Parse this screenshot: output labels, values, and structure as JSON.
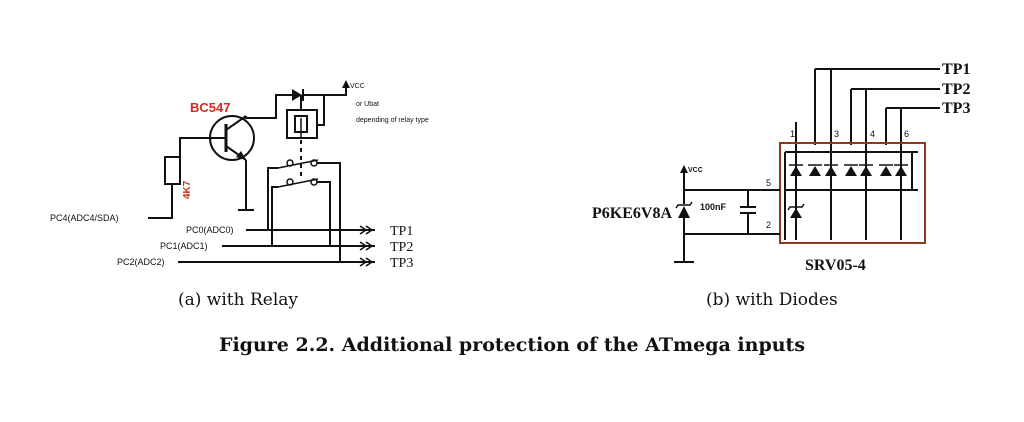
{
  "figure": {
    "caption": "Figure 2.2. Additional protection of the ATmega inputs"
  },
  "panel_a": {
    "caption": "(a) with Relay",
    "transistor": "BC547",
    "resistor": "4K7",
    "supply_lines": [
      "VCC",
      "or Ubat",
      "depending of relay type"
    ],
    "control_input": "PC4(ADC4/SDA)",
    "inputs": [
      "PC0(ADC0)",
      "PC1(ADC1)",
      "PC2(ADC2)"
    ],
    "outputs": [
      "TP1",
      "TP2",
      "TP3"
    ]
  },
  "panel_b": {
    "caption": "(b) with Diodes",
    "supply": "VCC",
    "tvs": "P6KE6V8A",
    "capacitor": "100nF",
    "ic": "SRV05-4",
    "pins": [
      "1",
      "3",
      "4",
      "6",
      "5",
      "2"
    ],
    "outputs": [
      "TP1",
      "TP2",
      "TP3"
    ],
    "ic_border_color": "#8b3a1e",
    "accent_color": "#d62a20"
  }
}
